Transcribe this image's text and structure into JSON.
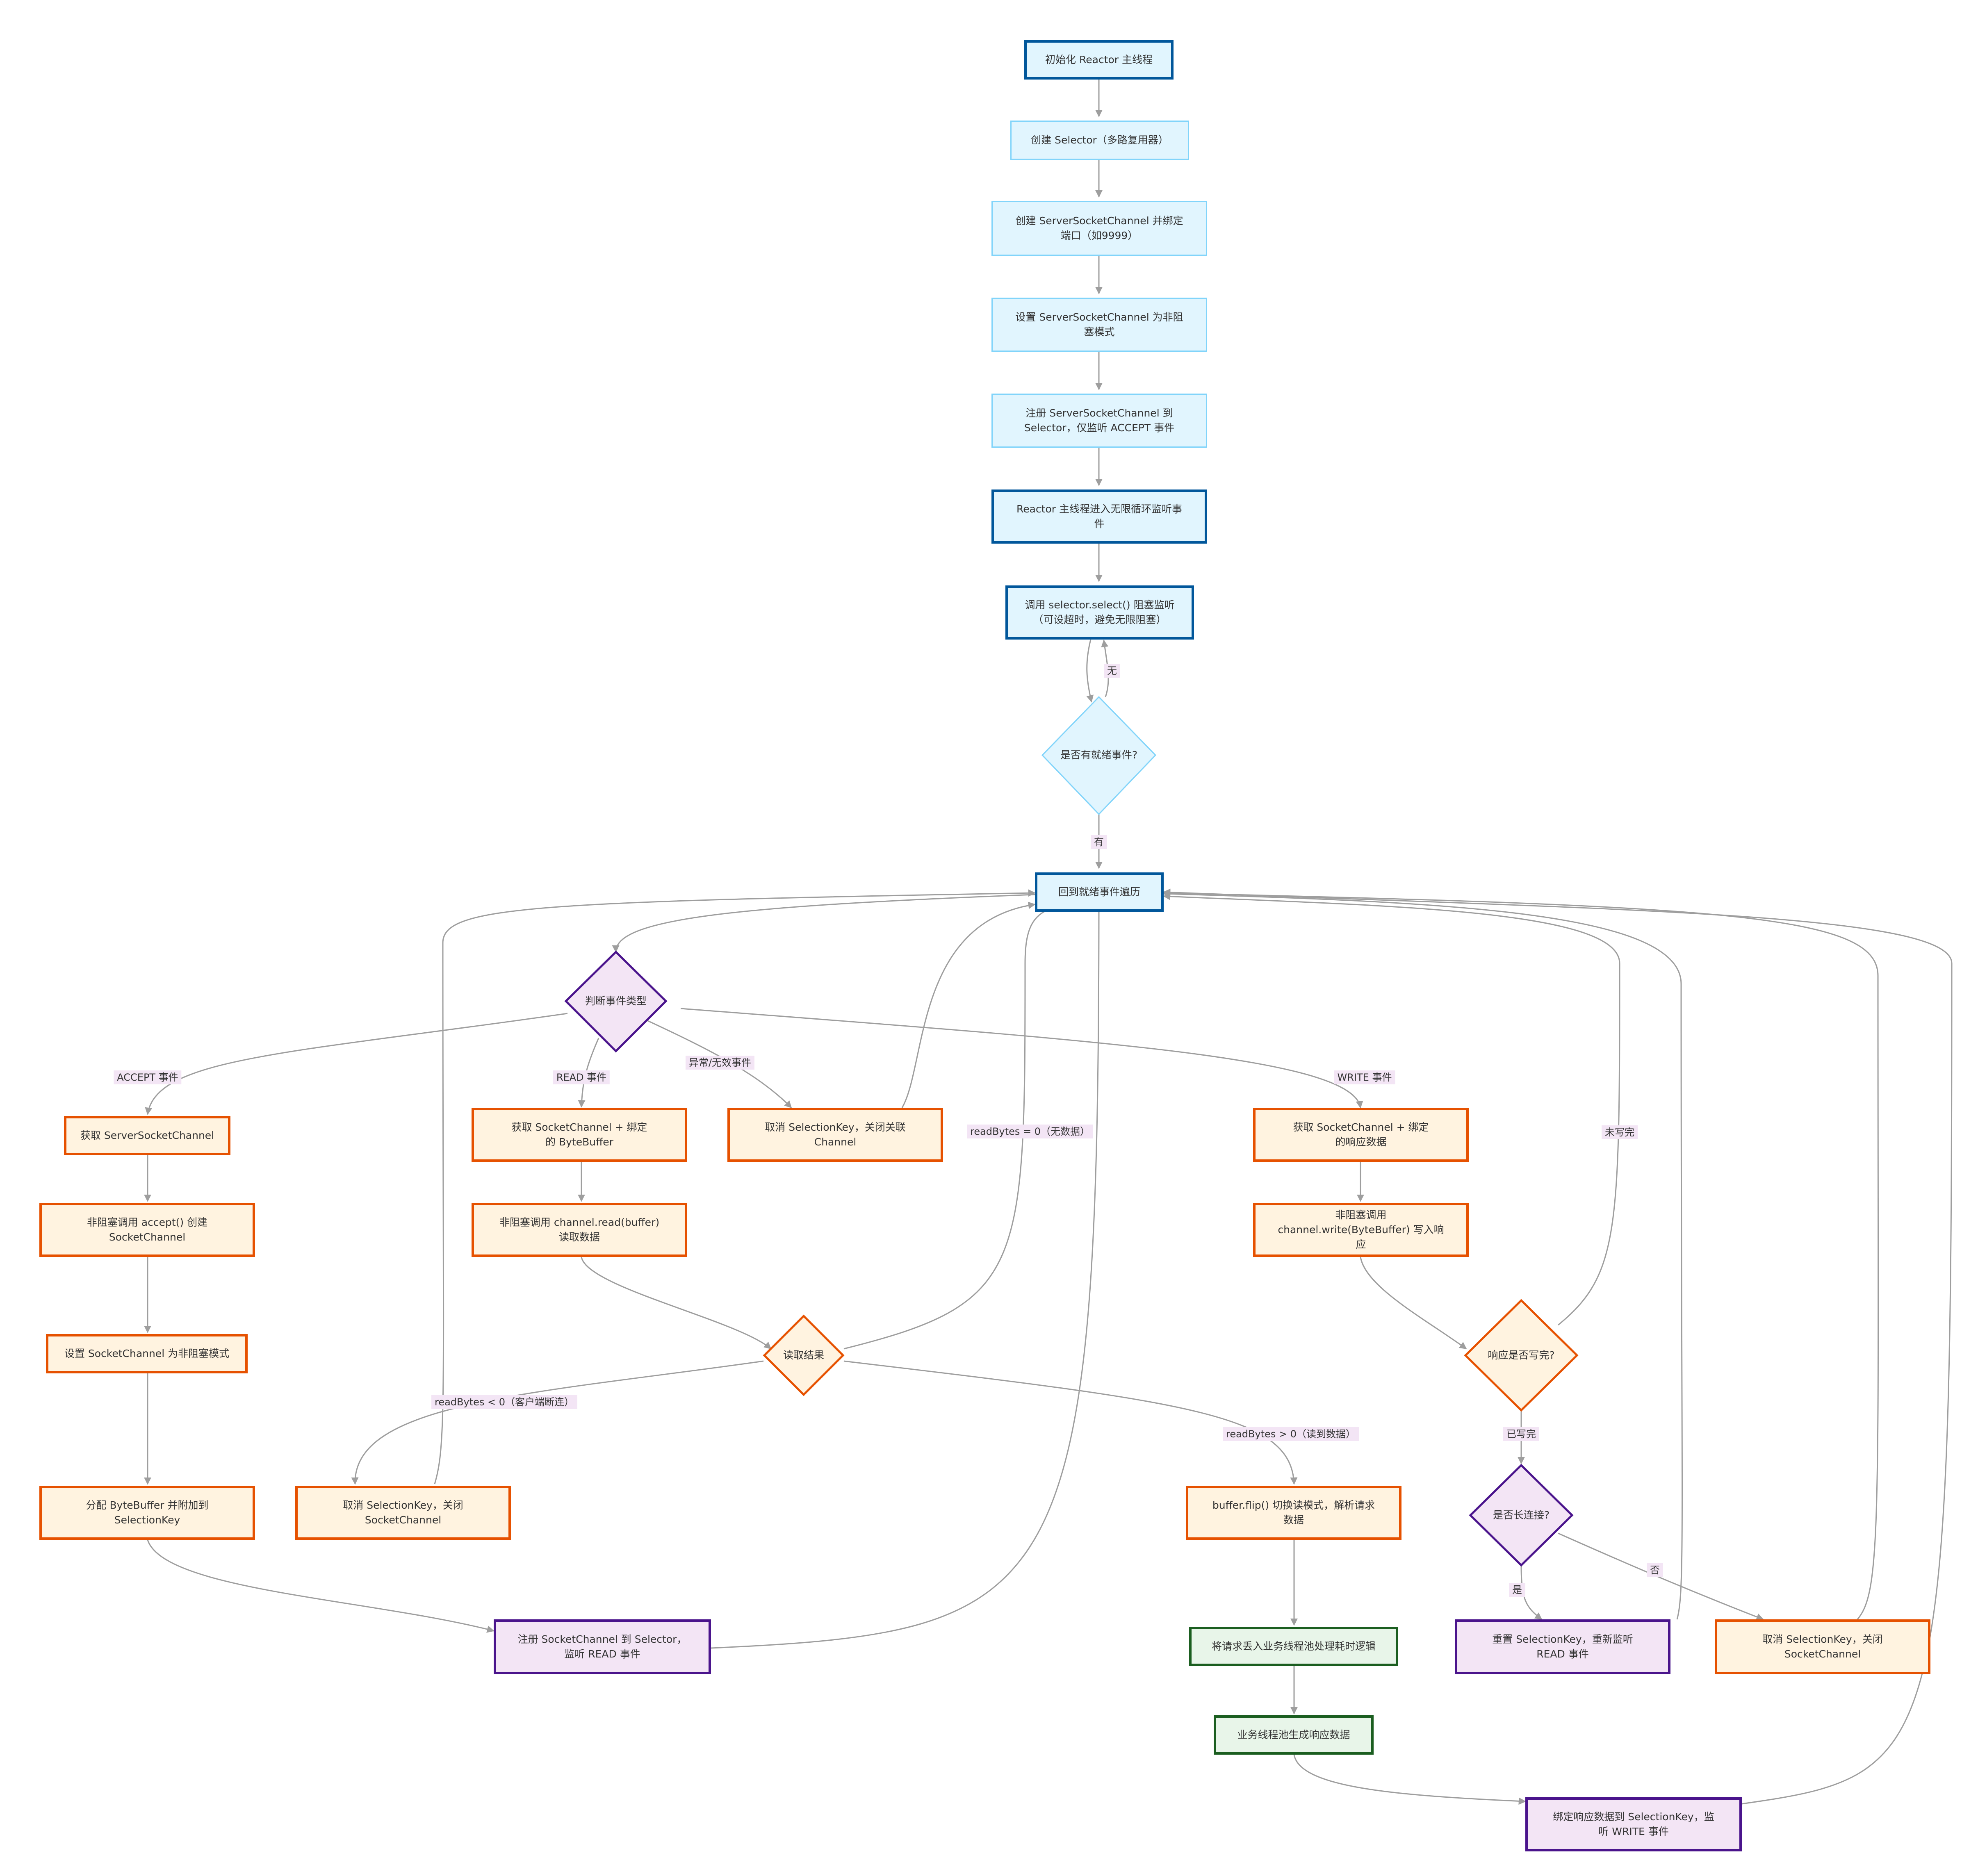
{
  "nodes": {
    "init": "初始化 Reactor 主线程",
    "create_selector": "创建 Selector（多路复用器）",
    "create_ssc": "创建 ServerSocketChannel 并绑定端口（如9999）",
    "set_nonblock_ssc": "设置 ServerSocketChannel 为非阻塞模式",
    "register_accept": "注册 ServerSocketChannel 到 Selector，仅监听 ACCEPT 事件",
    "loop": "Reactor 主线程进入无限循环监听事件",
    "select": "调用 selector.select() 阻塞监听（可设超时，避免无限阻塞）",
    "has_ready": "是否有就绪事件?",
    "iterate": "回到就绪事件遍历",
    "event_type": "判断事件类型",
    "get_ssc": "获取 ServerSocketChannel",
    "accept": "非阻塞调用 accept() 创建 SocketChannel",
    "set_nonblock_sc": "设置 SocketChannel 为非阻塞模式",
    "alloc_buffer": "分配 ByteBuffer 并附加到 SelectionKey",
    "register_read": "注册 SocketChannel 到 Selector，监听 READ 事件",
    "get_sc_buffer": "获取 SocketChannel + 绑定的 ByteBuffer",
    "read": "非阻塞调用 channel.read(buffer) 读取数据",
    "read_result": "读取结果",
    "cancel_disconnect": "取消 SelectionKey，关闭 SocketChannel",
    "cancel_invalid": "取消 SelectionKey，关闭关联 Channel",
    "flip": "buffer.flip() 切换读模式，解析请求数据",
    "submit_pool": "将请求丢入业务线程池处理耗时逻辑",
    "pool_response": "业务线程池生成响应数据",
    "bind_write": "绑定响应数据到 SelectionKey，监听 WRITE 事件",
    "get_write_data": "获取 SocketChannel + 绑定的响应数据",
    "write": "非阻塞调用 channel.write(ByteBuffer) 写入响应",
    "write_done": "响应是否写完?",
    "keep_alive": "是否长连接?",
    "reset_read": "重置 SelectionKey，重新监听 READ 事件",
    "cancel_close": "取消 SelectionKey，关闭 SocketChannel"
  },
  "edge_labels": {
    "none": "无",
    "yes_ready": "有",
    "accept_event": "ACCEPT 事件",
    "read_event": "READ 事件",
    "invalid_event": "异常/无效事件",
    "write_event": "WRITE 事件",
    "read_zero": "readBytes = 0（无数据）",
    "read_negative": "readBytes < 0（客户端断连）",
    "read_positive": "readBytes > 0（读到数据）",
    "not_written": "未写完",
    "written": "已写完",
    "yes": "是",
    "no": "否"
  },
  "colors": {
    "edge": "#9e9e9e",
    "blue_fill": "#e1f5fe",
    "blue_border_dark": "#01579b",
    "blue_border_light": "#81d4fa",
    "orange_fill": "#fff3e0",
    "orange_border": "#e65100",
    "purple_fill": "#f3e5f5",
    "purple_border": "#4a148c",
    "green_fill": "#e8f5e9",
    "green_border": "#1b5e20"
  }
}
